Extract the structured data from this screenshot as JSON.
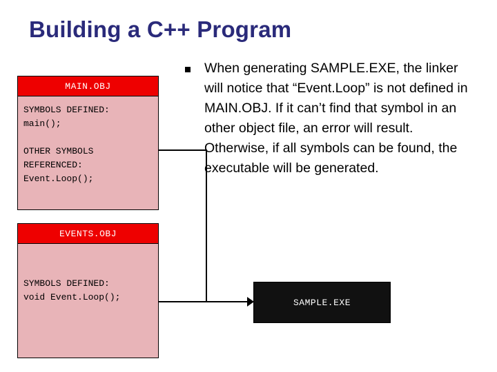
{
  "slide": {
    "title": "Building a C++ Program",
    "bullet_text": "When generating SAMPLE.EXE, the linker will notice that “Event.Loop” is not defined in MAIN.OBJ.  If it can’t find that symbol in an other object file, an error will result.  Otherwise, if all symbols can be found, the executable will be generated.",
    "colors": {
      "title": "#2a2a7a",
      "obj_header_bg": "#ee0000",
      "obj_header_text": "#ffffff",
      "obj_body_bg": "#e8b4b8",
      "exe_bg": "#111111",
      "exe_text": "#ffffff"
    }
  },
  "main_obj": {
    "header": "MAIN.OBJ",
    "lines": [
      "SYMBOLS DEFINED:",
      "main();",
      "",
      "OTHER SYMBOLS",
      "REFERENCED:",
      "Event.Loop();"
    ]
  },
  "events_obj": {
    "header": "EVENTS.OBJ",
    "lines": [
      "SYMBOLS DEFINED:",
      "void Event.Loop();"
    ]
  },
  "executable": {
    "label": "SAMPLE.EXE"
  }
}
